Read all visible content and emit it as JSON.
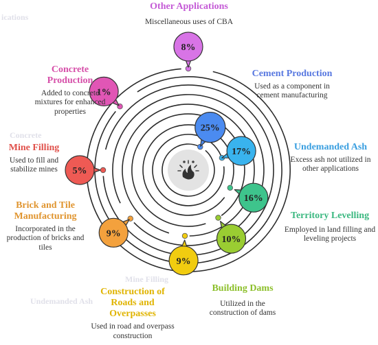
{
  "center_icon": "fire-ash-icon",
  "items": [
    {
      "id": "other-applications",
      "title": "Other Applications",
      "description": "Miscellaneous uses of CBA",
      "percent": "8%",
      "color": "#d874e6"
    },
    {
      "id": "cement-production",
      "title": "Cement Production",
      "description": "Used as a component in cement manufacturing",
      "percent": "25%",
      "color": "#4b8bf0"
    },
    {
      "id": "undemanded-ash",
      "title": "Undemanded Ash",
      "description": "Excess ash not utilized in other applications",
      "percent": "17%",
      "color": "#39b3ee"
    },
    {
      "id": "territory-levelling",
      "title": "Territory Levelling",
      "description": "Employed in land filling and leveling projects",
      "percent": "16%",
      "color": "#3ec48c"
    },
    {
      "id": "building-dams",
      "title": "Building Dams",
      "description": "Utilized in the construction of dams",
      "percent": "10%",
      "color": "#9acd32"
    },
    {
      "id": "roads-and-overpasses",
      "title": "Construction of Roads and Overpasses",
      "description": "Used in road and overpass construction",
      "percent": "9%",
      "color": "#f1cc10"
    },
    {
      "id": "brick-and-tile",
      "title": "Brick and Tile Manufacturing",
      "description": "Incorporated in the production of bricks and tiles",
      "percent": "9%",
      "color": "#f3a13d"
    },
    {
      "id": "mine-filling",
      "title": "Mine Filling",
      "description": "Used to fill and stabilize mines",
      "percent": "5%",
      "color": "#ee5a54"
    },
    {
      "id": "concrete-production",
      "title": "Concrete Production",
      "description": "Added to concrete mixtures for enhanced properties",
      "percent": "1%",
      "color": "#e156b5"
    }
  ]
}
